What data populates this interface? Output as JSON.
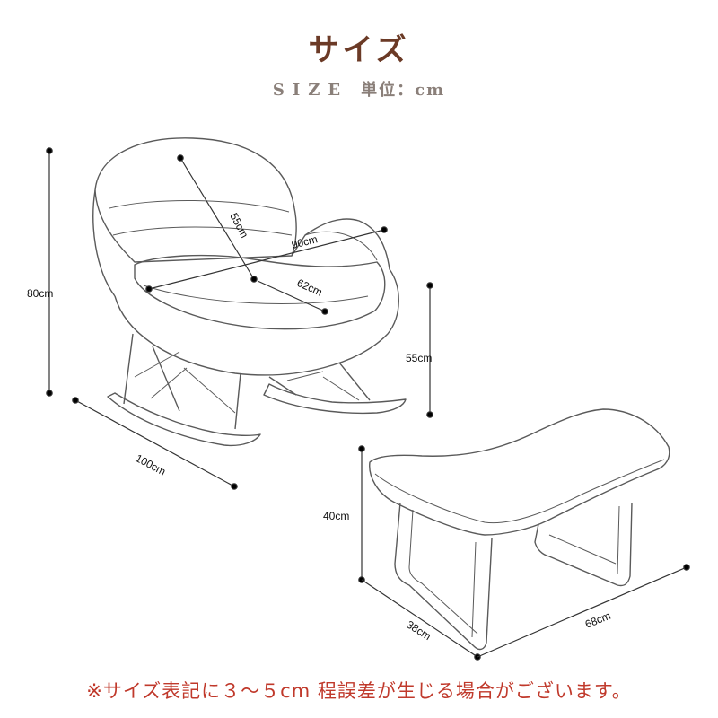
{
  "title": "サイズ",
  "subtitle": {
    "size_word": "SIZE",
    "unit": "単位：cm"
  },
  "dimensions": {
    "chair_height": "80cm",
    "seat_depth": "55cm",
    "chair_width": "90cm",
    "seat_width": "62cm",
    "seat_height": "55cm",
    "chair_length": "100cm",
    "ottoman_height": "40cm",
    "ottoman_depth": "38cm",
    "ottoman_width": "68cm"
  },
  "note": "※サイズ表記に３〜５cm 程誤差が生じる場合がございます。",
  "colors": {
    "title": "#6b3a26",
    "subtitle": "#8a7f79",
    "note": "#c0392b",
    "line": "#555555"
  }
}
